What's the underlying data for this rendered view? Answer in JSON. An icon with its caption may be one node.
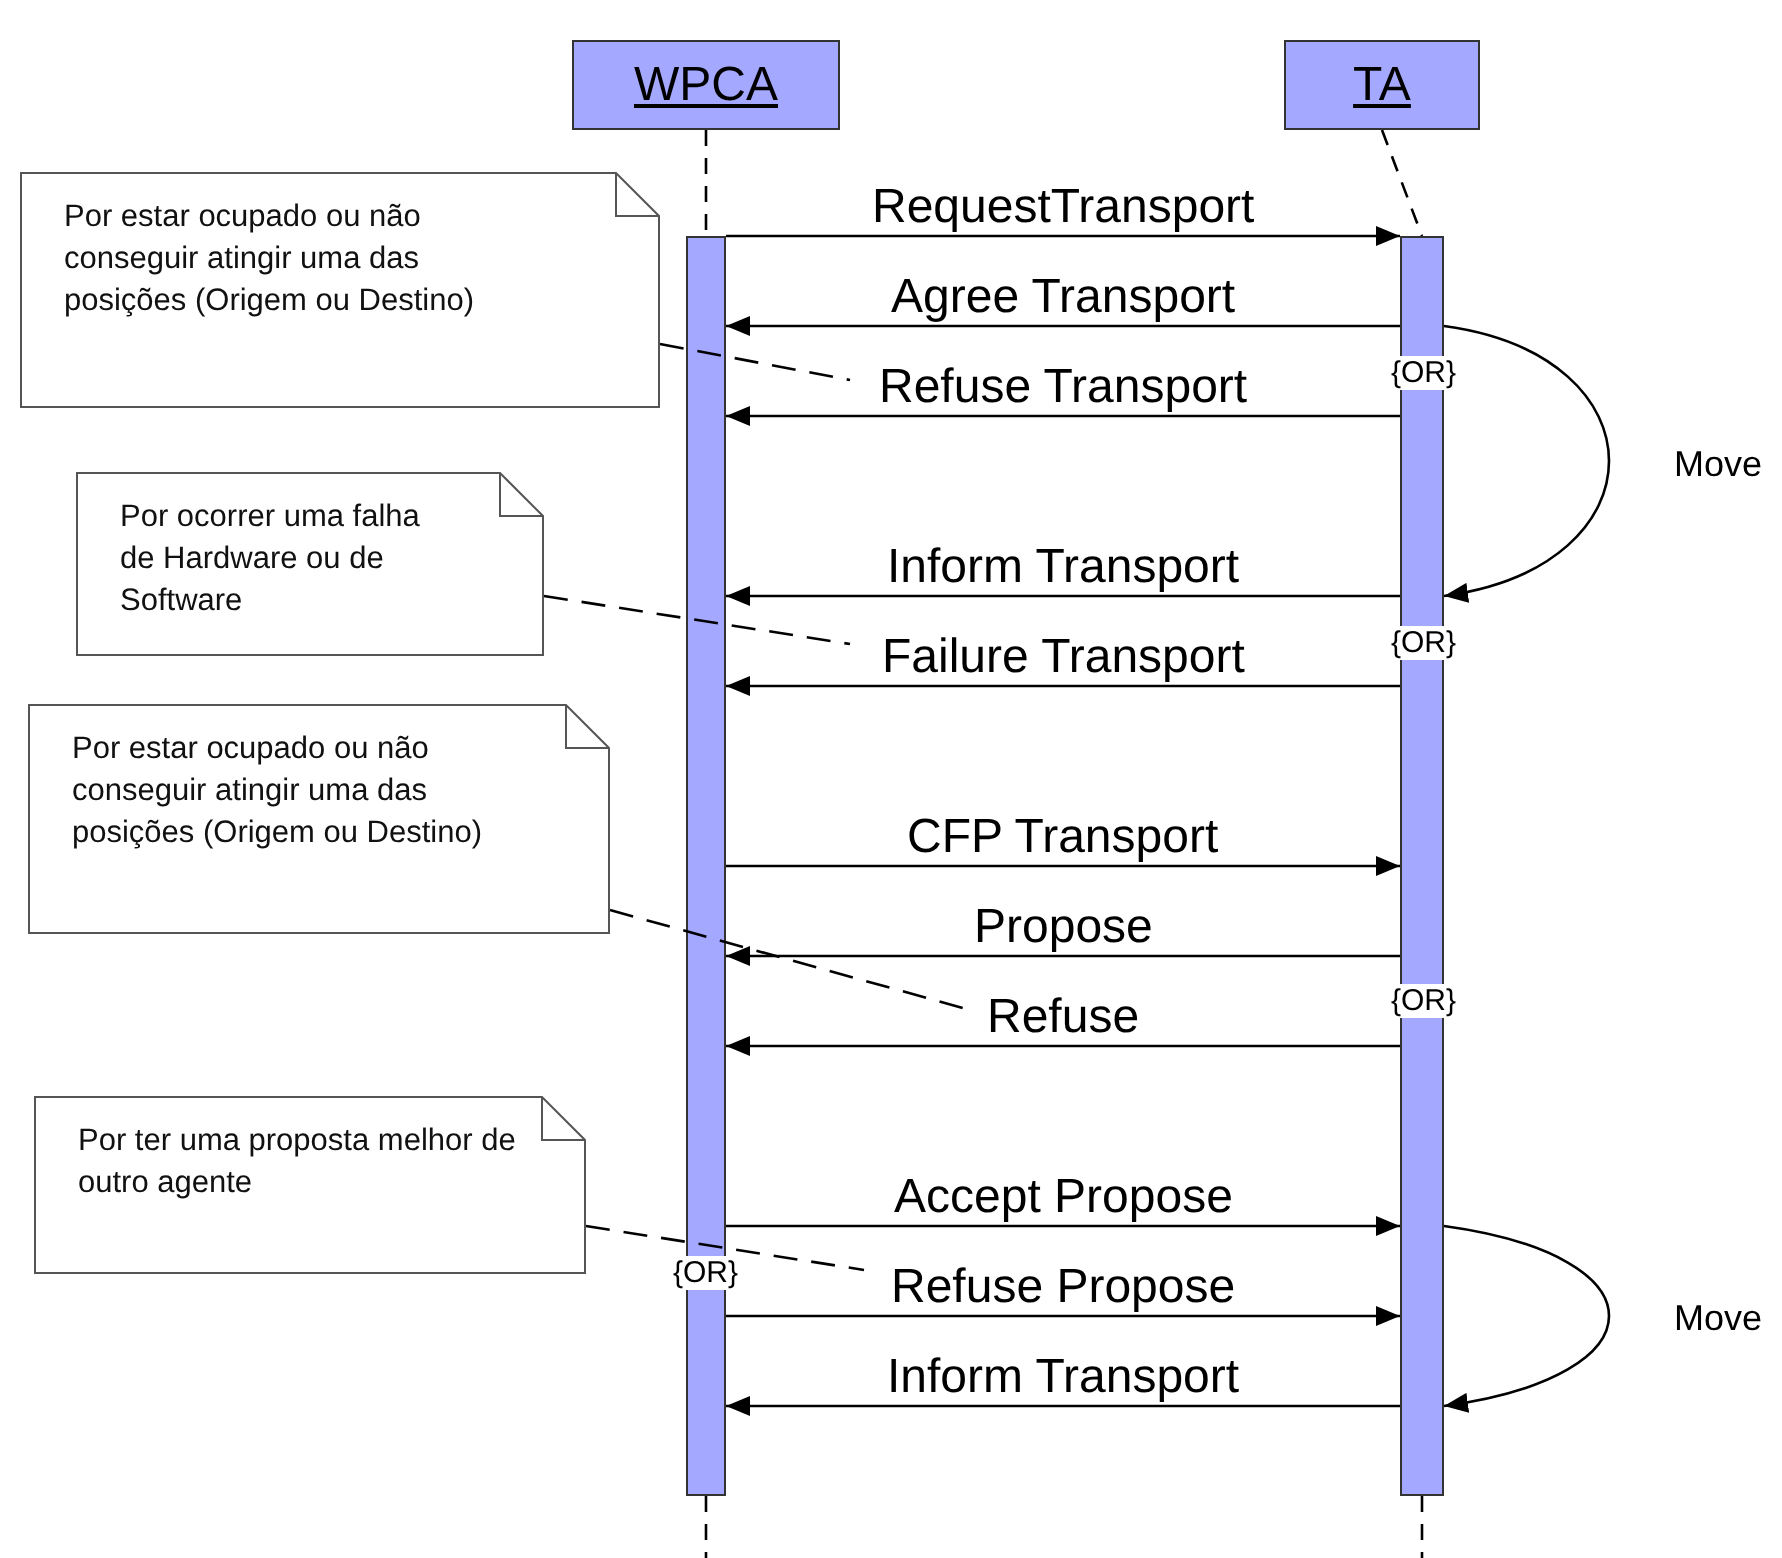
{
  "diagram": {
    "nodes": [
      {
        "text": [
          "WPCA"
        ]
      },
      {
        "text": [
          "TA"
        ]
      },
      {
        "text": [],
        "shape": "bar"
      },
      {
        "text": [],
        "shape": "bar"
      },
      {
        "text": [
          "Por estar ocupado ou não conseguir atingir uma das posições (Origem ou Destino)"
        ]
      },
      {
        "text": [
          "Por ocorrer uma falha de Hardware ou de Software"
        ]
      },
      {
        "text": [
          "Por estar ocupado ou não conseguir atingir uma das posições (Origem ou Destino)"
        ]
      },
      {
        "text": [
          "Por ter uma proposta melhor de outro agente"
        ]
      }
    ],
    "edges": [
      {
        "from": 0,
        "to": 2,
        "arrow": "none",
        "style": "dashed"
      },
      {
        "from": 1,
        "to": 3,
        "arrow": "none",
        "style": "dashed"
      },
      {
        "from": 2,
        "to": 3,
        "arrow": "to",
        "label": "RequestTransport"
      },
      {
        "from": 3,
        "to": 2,
        "arrow": "to",
        "label": "Agree Transport"
      },
      {
        "from": 3,
        "to": 3,
        "arrow": "to",
        "label": "Move"
      },
      {
        "from": 3,
        "to": 2,
        "arrow": "to",
        "label": "Refuse Transport"
      },
      {
        "from": 3,
        "to": 2,
        "arrow": "to",
        "label": "Inform Transport"
      },
      {
        "from": 3,
        "to": 2,
        "arrow": "to",
        "label": "Failure Transport"
      },
      {
        "from": 2,
        "to": 3,
        "arrow": "to",
        "label": "CFP Transport"
      },
      {
        "from": 3,
        "to": 2,
        "arrow": "to",
        "label": "Propose"
      },
      {
        "from": 3,
        "to": 2,
        "arrow": "to",
        "label": "Refuse"
      },
      {
        "from": 2,
        "to": 3,
        "arrow": "to",
        "label": "Accept Propose"
      },
      {
        "from": 3,
        "to": 3,
        "arrow": "to",
        "label": "Move"
      },
      {
        "from": 2,
        "to": 3,
        "arrow": "to",
        "label": "Refuse Propose"
      },
      {
        "from": 3,
        "to": 2,
        "arrow": "to",
        "label": "Inform Transport"
      },
      {
        "from": 4,
        "to": null,
        "arrow": "none",
        "style": "dashed"
      },
      {
        "from": 5,
        "to": null,
        "arrow": "none",
        "style": "dashed"
      },
      {
        "from": 6,
        "to": null,
        "arrow": "none",
        "style": "dashed"
      },
      {
        "from": 7,
        "to": null,
        "arrow": "none",
        "style": "dashed"
      }
    ],
    "labels": [
      "{OR}",
      "{OR}",
      "{OR}",
      "{OR}"
    ]
  }
}
